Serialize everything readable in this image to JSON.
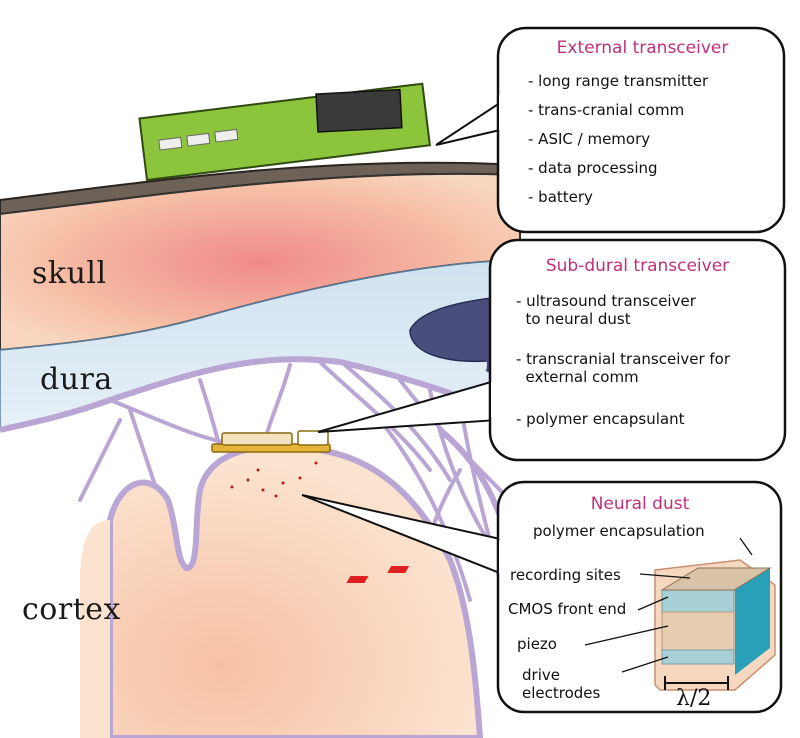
{
  "tissue_labels": {
    "skull": "skull",
    "dura": "dura",
    "cortex": "cortex"
  },
  "external_transceiver": {
    "title": "External transceiver",
    "items": [
      "- long range transmitter",
      "- trans-cranial comm",
      "- ASIC / memory",
      "- data processing",
      "- battery"
    ]
  },
  "subdural_transceiver": {
    "title": "Sub-dural transceiver",
    "items": [
      "- ultrasound transceiver\n  to neural dust",
      "- transcranial transceiver for\n  external comm",
      "- polymer encapsulant"
    ]
  },
  "neural_dust": {
    "title": "Neural dust",
    "labels": {
      "polymer_encapsulation": "polymer encapsulation",
      "recording_sites": "recording sites",
      "cmos_front_end": "CMOS front end",
      "piezo": "piezo",
      "drive_electrodes": "drive\nelectrodes",
      "dimension": "λ/2"
    }
  },
  "colors": {
    "callout_title": "#c0307a",
    "skull_bone": "#f4c2a8",
    "dura": "#d8e8f2",
    "cortex": "#f8d4b8",
    "membrane": "#b9a6d4",
    "pcb": "#8cc43c",
    "chip": "#3a3a3a",
    "dura_sinus": "#4a4e7c",
    "dust_teal": "#2aa0b8",
    "recording_site": "#e02020"
  }
}
